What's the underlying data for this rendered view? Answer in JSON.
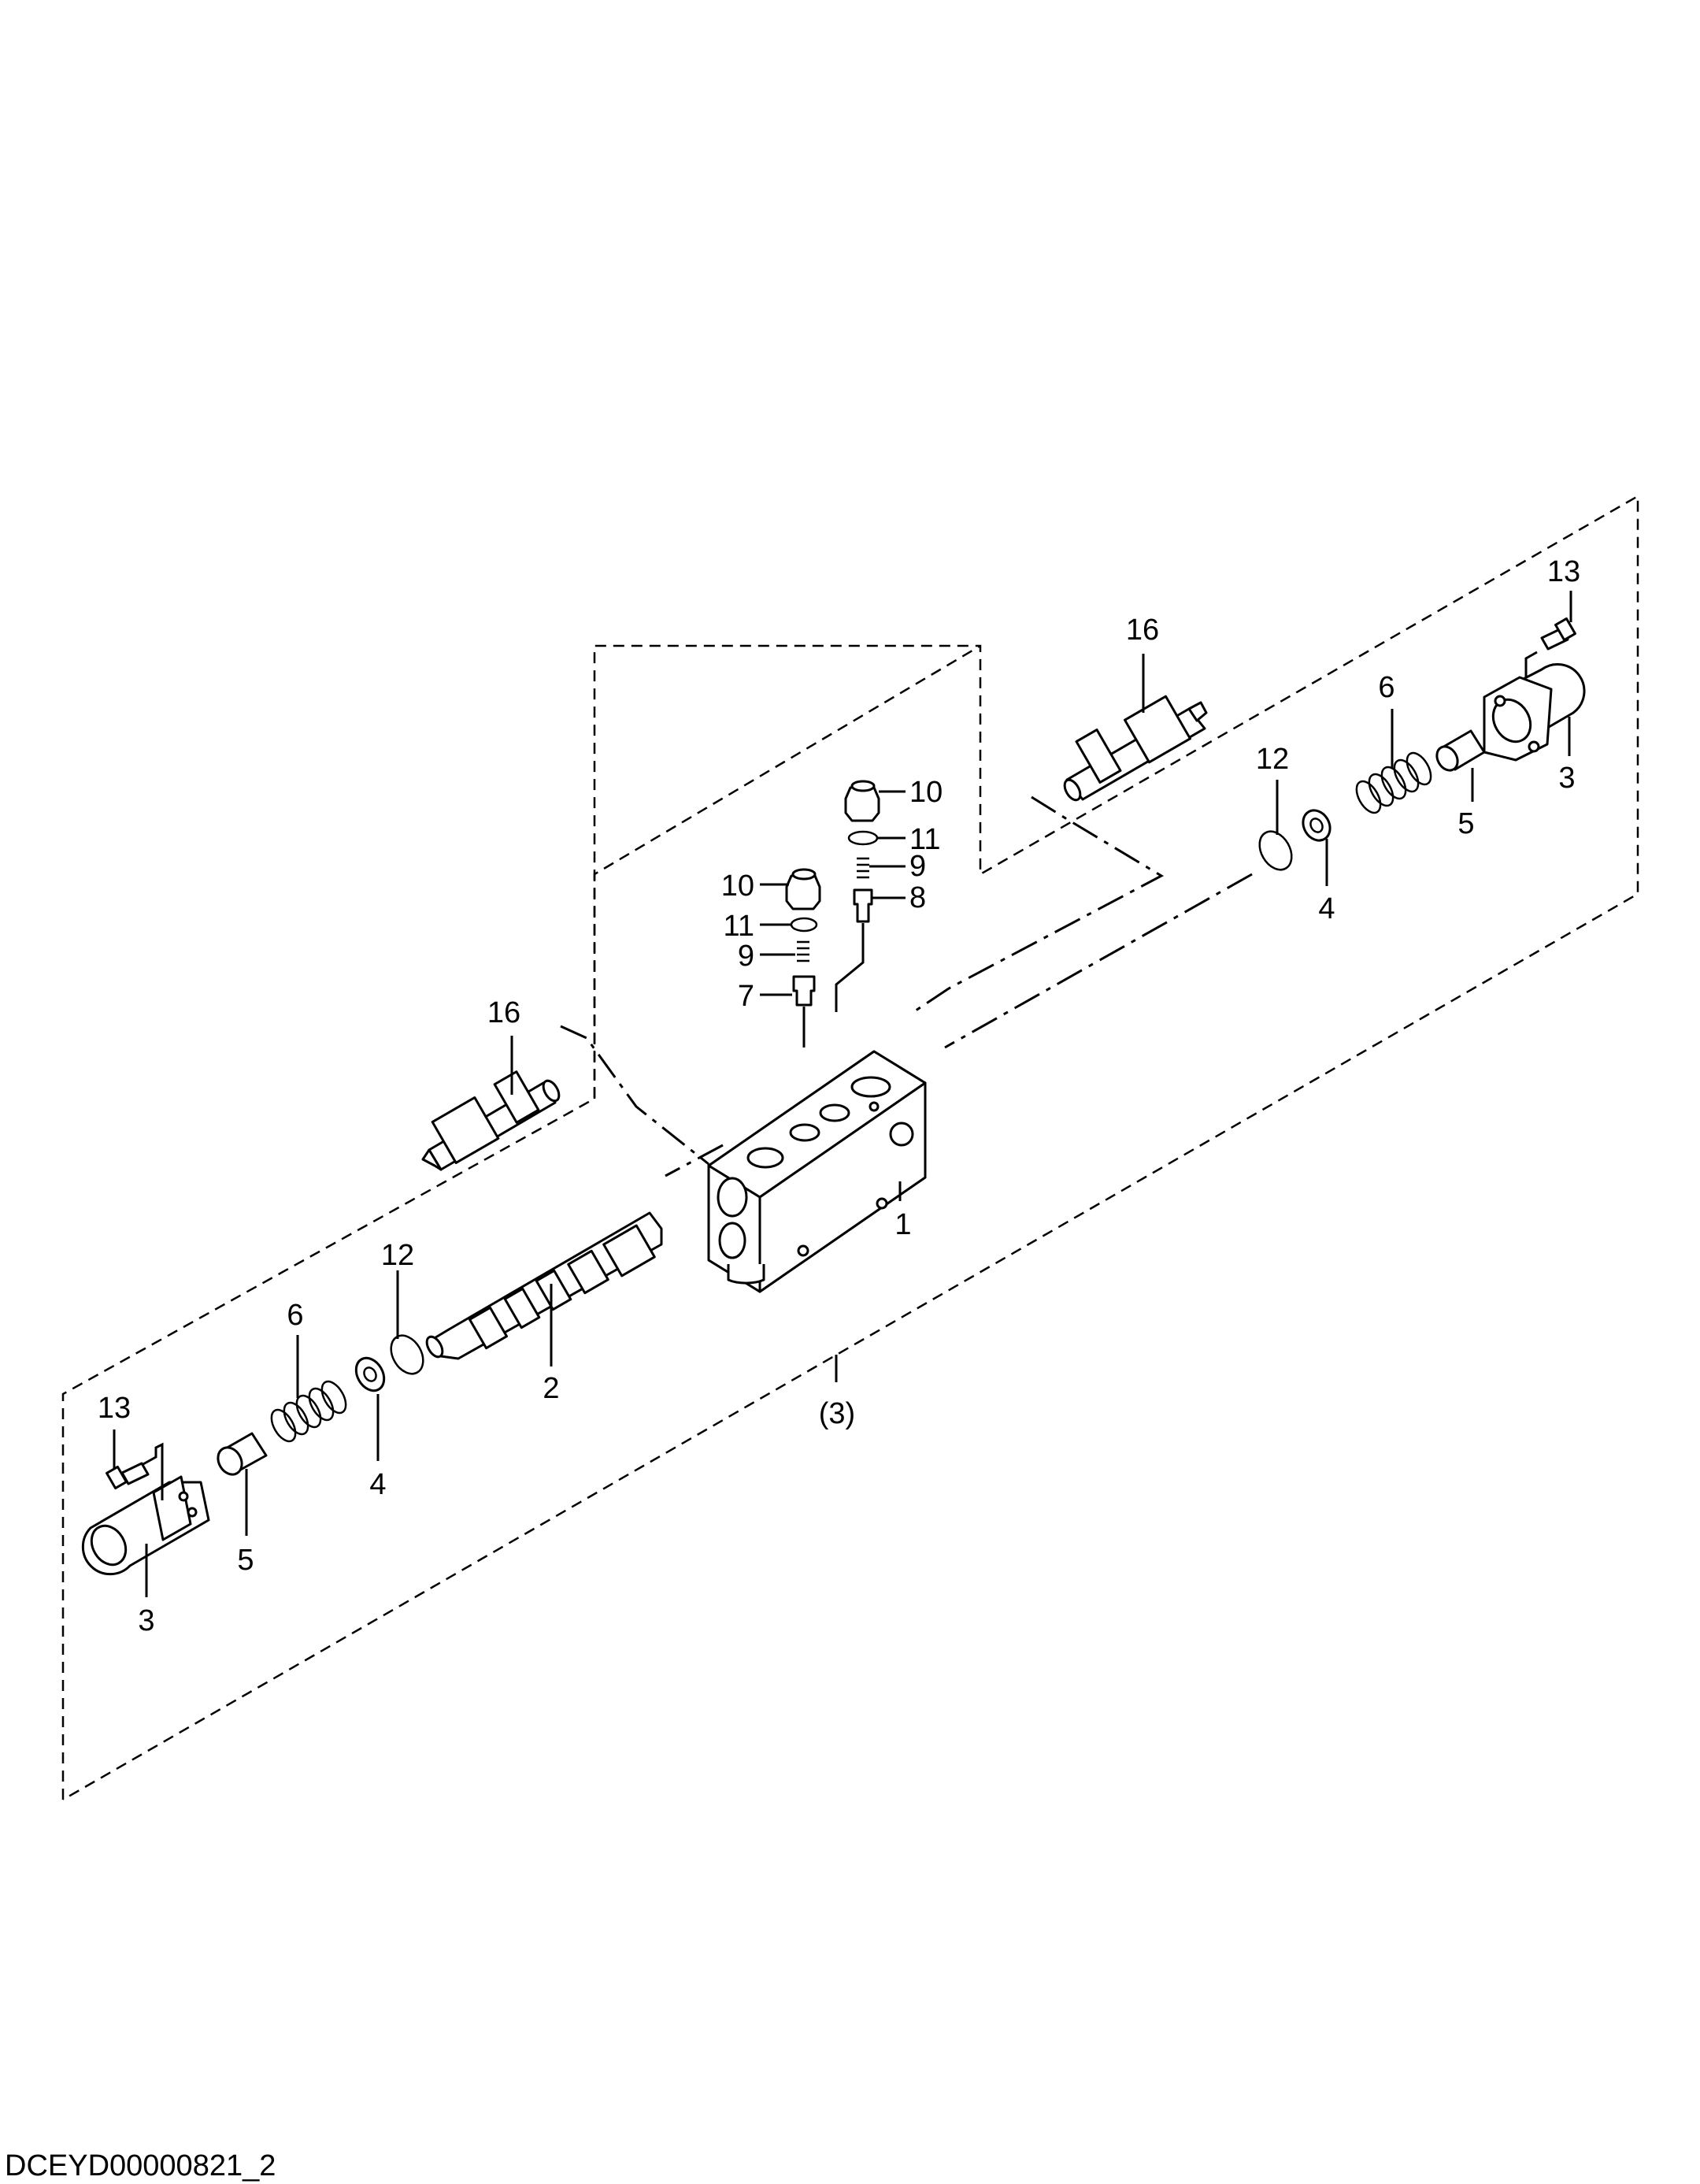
{
  "document_code": "DCEYD00000821_2",
  "assembly_label": "(3)",
  "callouts": {
    "c1": "1",
    "c2": "2",
    "c3_right": "3",
    "c3_left": "3",
    "c4_right": "4",
    "c4_left": "4",
    "c5_right": "5",
    "c5_left": "5",
    "c6_right": "6",
    "c6_left": "6",
    "c7": "7",
    "c8": "8",
    "c9_upper": "9",
    "c9_lower": "9",
    "c10_upper": "10",
    "c10_lower": "10",
    "c11_upper": "11",
    "c11_lower": "11",
    "c12_right": "12",
    "c12_left": "12",
    "c13_right": "13",
    "c13_left": "13",
    "c16_upper": "16",
    "c16_left": "16"
  }
}
